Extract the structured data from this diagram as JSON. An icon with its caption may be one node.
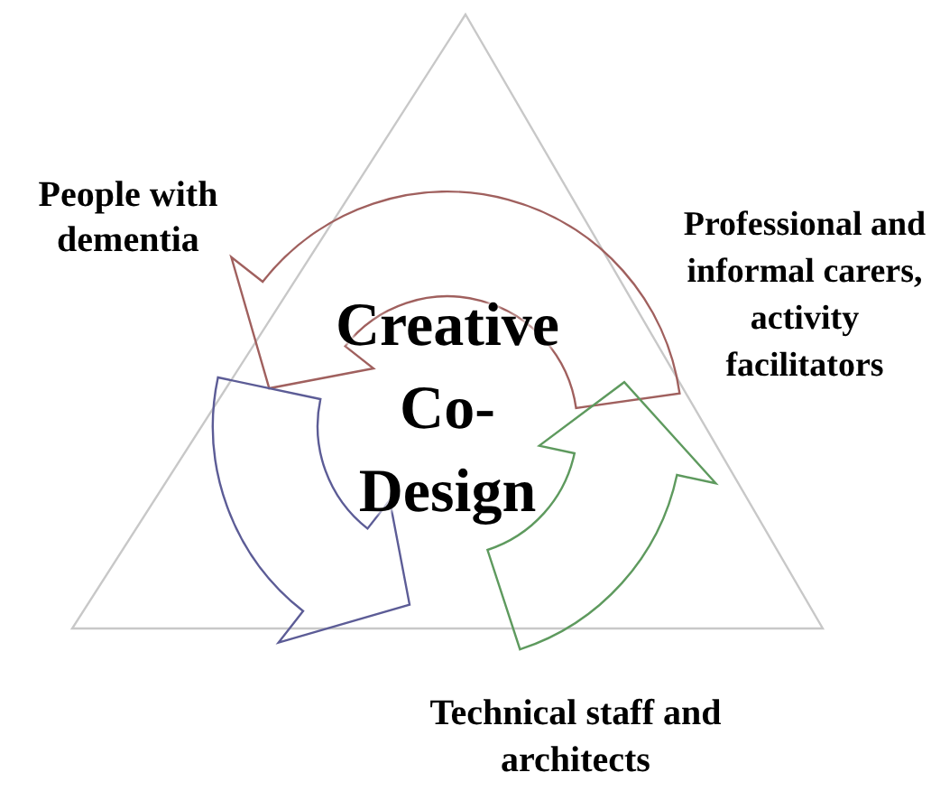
{
  "diagram": {
    "nodes": [
      {
        "text": [
          "Creative Co-Design"
        ]
      },
      {
        "text": [
          "People with dementia"
        ]
      },
      {
        "text": [
          "Professional and informal carers, activity facilitators"
        ]
      },
      {
        "text": [
          "Technical staff and architects"
        ]
      }
    ],
    "edges": [
      {
        "from": 2,
        "to": 1,
        "arrow": "to",
        "color": "#a0605e"
      },
      {
        "from": 1,
        "to": 3,
        "arrow": "to",
        "color": "#5c5c96"
      },
      {
        "from": 3,
        "to": 2,
        "arrow": "to",
        "color": "#5e9a5e"
      }
    ]
  }
}
